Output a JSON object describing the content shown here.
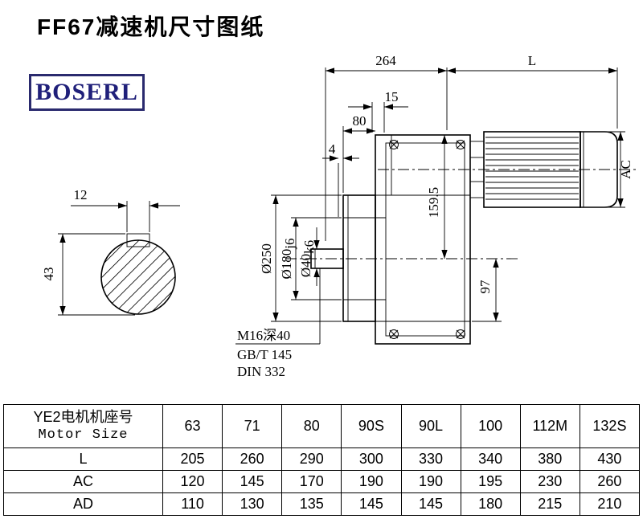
{
  "title": "FF67减速机尺寸图纸",
  "brand": "BOSERL",
  "drawing": {
    "dims": {
      "d264": "264",
      "L": "L",
      "d15": "15",
      "d80": "80",
      "d4": "4",
      "AC": "AC",
      "d12": "12",
      "d43": "43",
      "d250": "Ø250",
      "d180": "Ø180",
      "d180_tol": "j6",
      "d40": "Ø40",
      "d40_tol": "k6",
      "d159_5": "159.5",
      "d97": "97"
    },
    "notes": [
      "M16深40",
      "GB/T 145",
      "DIN 332"
    ]
  },
  "table": {
    "header_col1_line1": "YE2电机机座号",
    "header_col1_line2": "Motor Size",
    "sizes": [
      "63",
      "71",
      "80",
      "90S",
      "90L",
      "100",
      "112M",
      "132S"
    ],
    "rows": [
      {
        "label": "L",
        "values": [
          "205",
          "260",
          "290",
          "300",
          "330",
          "340",
          "380",
          "430"
        ]
      },
      {
        "label": "AC",
        "values": [
          "120",
          "145",
          "170",
          "190",
          "190",
          "195",
          "230",
          "260"
        ]
      },
      {
        "label": "AD",
        "values": [
          "110",
          "130",
          "135",
          "145",
          "145",
          "180",
          "215",
          "210"
        ]
      }
    ]
  }
}
